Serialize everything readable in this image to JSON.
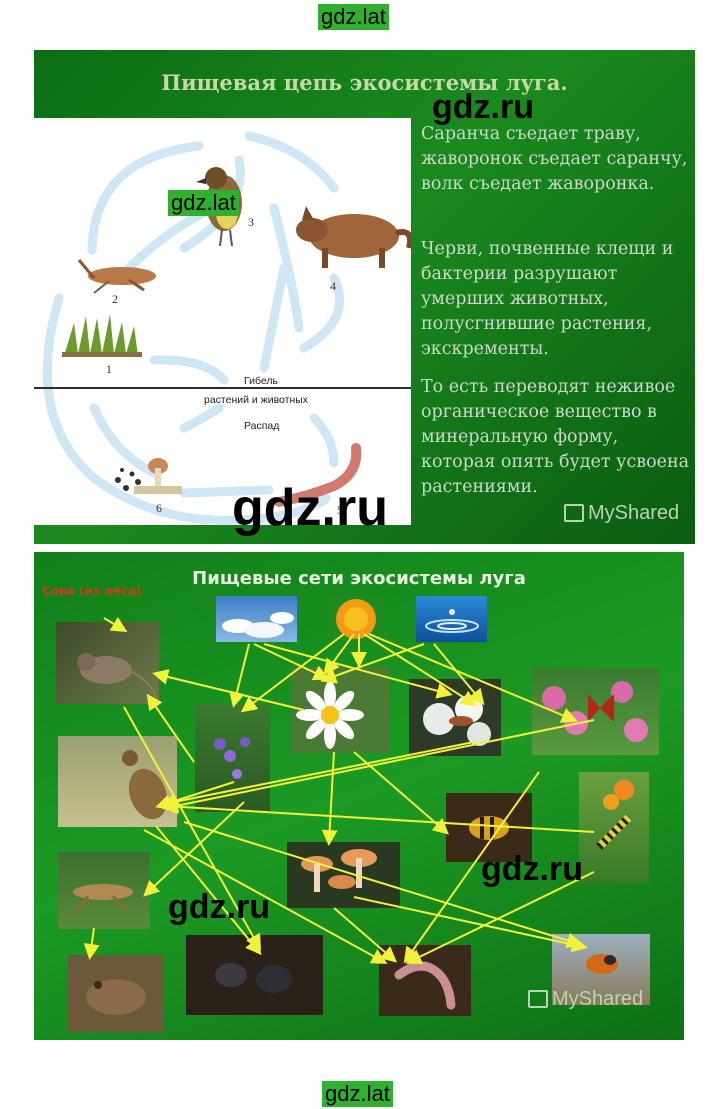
{
  "watermarks": {
    "top": "gdz.lat",
    "bottom": "gdz.lat",
    "slide1_center": "gdz.ru",
    "slide1_cycle": "gdz.lat",
    "slide1_large": "gdz.ru",
    "slide2_right": "gdz.ru",
    "slide2_left": "gdz.ru"
  },
  "slide1": {
    "title": "Пищевая цепь экосистемы луга.",
    "cycle": {
      "number_labels": [
        "1",
        "2",
        "3",
        "4",
        "5",
        "6"
      ],
      "center_label_line1": "Гибель",
      "center_label_line2": "растений и животных",
      "decay_label": "Распад"
    },
    "text_lines_1": [
      "Саранча съедает траву,",
      "жаворонок съедает саранчу,",
      "волк съедает жаворонка."
    ],
    "text_lines_2": [
      "Черви, почвенные клещи и",
      "бактерии разрушают",
      "умерших животных,",
      "полусгнившие растения,",
      "экскременты."
    ],
    "text_lines_3": [
      "То есть переводят неживое",
      "органическое вещество в",
      "минеральную форму,",
      "которая опять будет усвоена",
      "растениями."
    ],
    "brand": "MyShared"
  },
  "slide2": {
    "title": "Пищевые сети экосистемы луга",
    "owl_label": "Сова (из леса)",
    "brand": "MyShared"
  },
  "colors": {
    "slide_green": "#1a8a1e",
    "arrow_yellow": "#f2f23a",
    "cycle_arrow_blue": "#cfe6f4",
    "owl_label_red": "#d23a18"
  }
}
